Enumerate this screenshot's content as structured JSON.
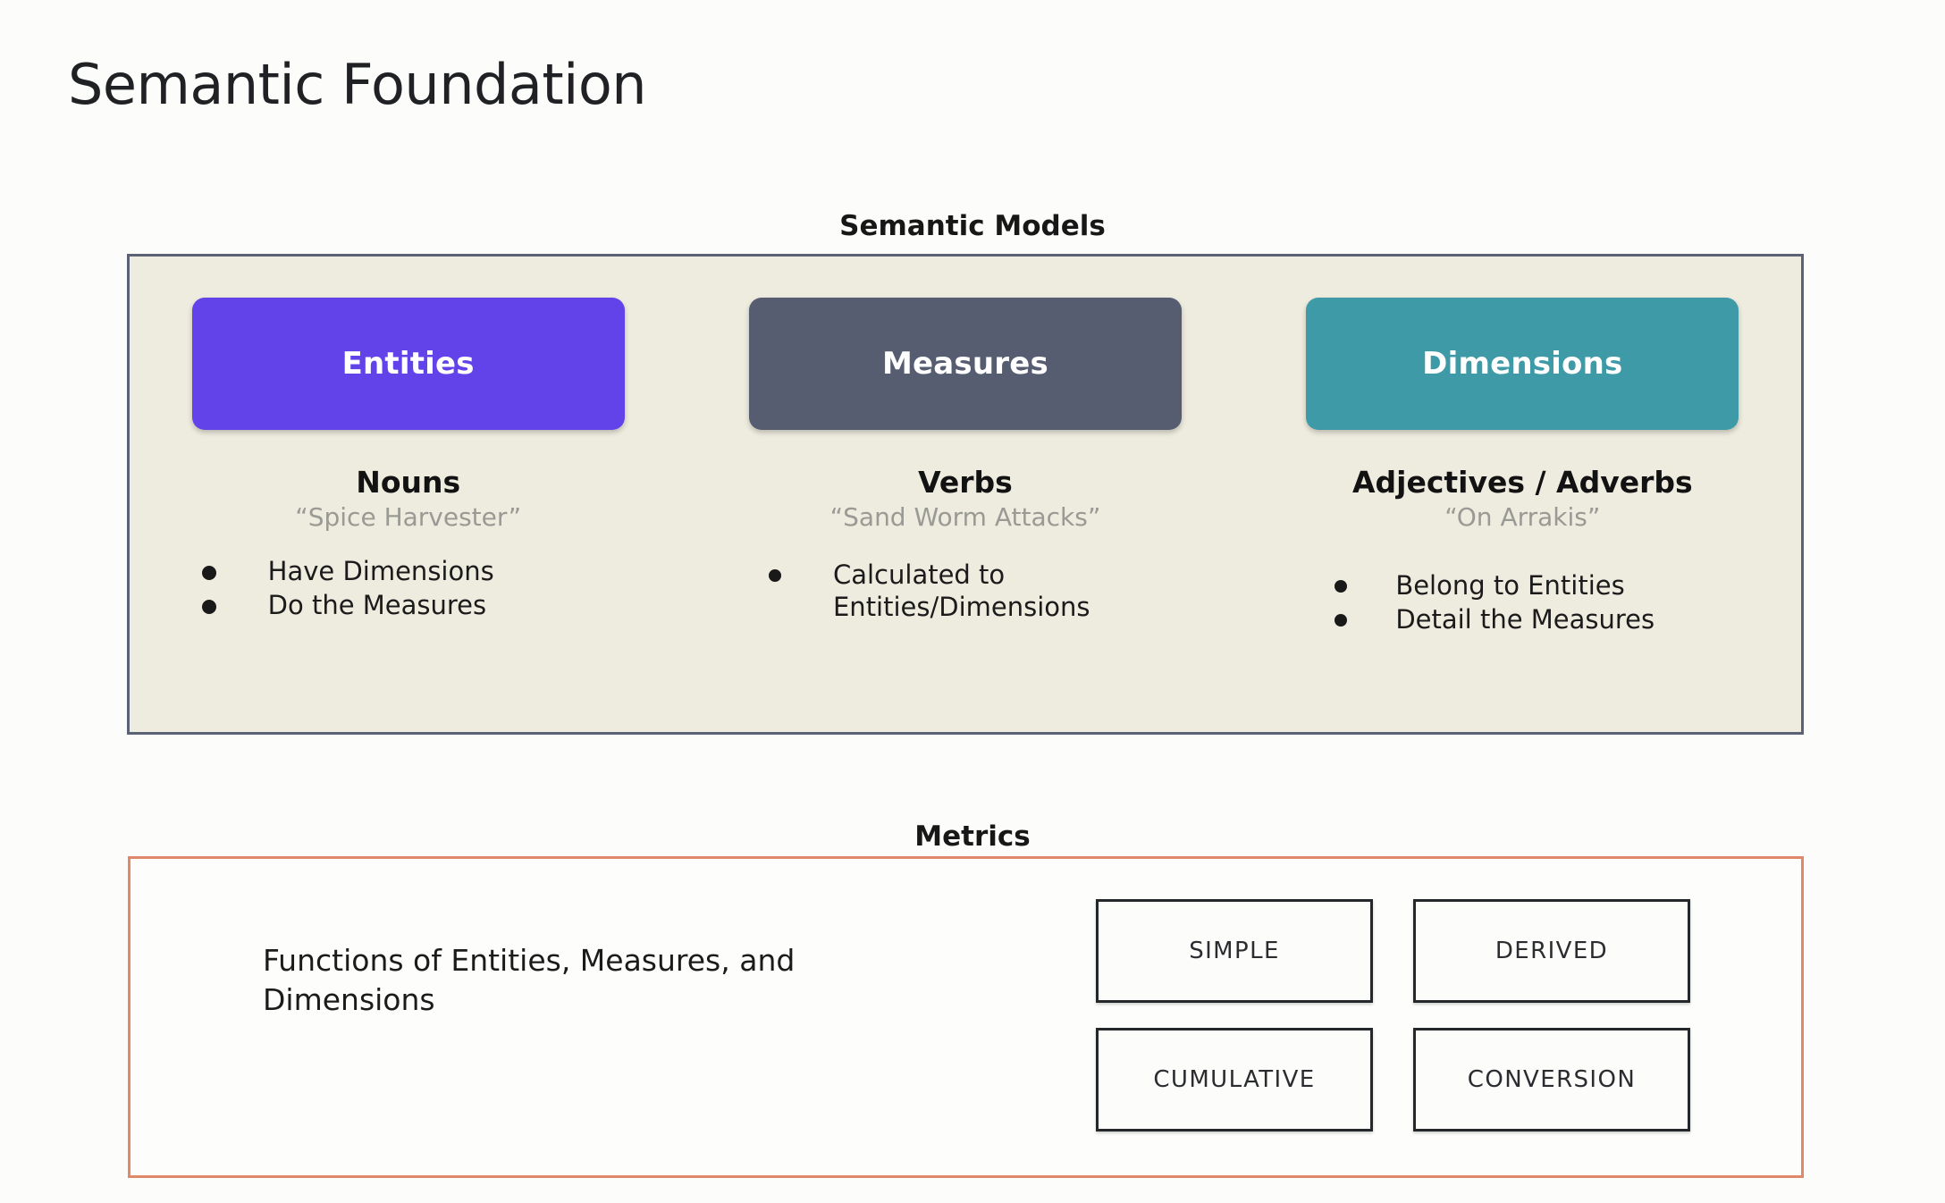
{
  "page": {
    "title": "Semantic Foundation",
    "background_color": "#fcfdfa"
  },
  "semantic_models": {
    "heading": "Semantic Models",
    "panel_background": "#eeebdf",
    "panel_border_color": "#5c6275",
    "columns": [
      {
        "chip_label": "Entities",
        "chip_color": "#6243ea",
        "part_of_speech": "Nouns",
        "example": "“Spice Harvester”",
        "bullets": [
          "Have Dimensions",
          "Do the Measures"
        ]
      },
      {
        "chip_label": "Measures",
        "chip_color": "#565d70",
        "part_of_speech": "Verbs",
        "example": "“Sand Worm Attacks”",
        "bullets": [
          "Calculated to Entities/Dimensions"
        ]
      },
      {
        "chip_label": "Dimensions",
        "chip_color": "#3d9aa6",
        "part_of_speech": "Adjectives / Adverbs",
        "example": "“On Arrakis”",
        "bullets": [
          "Belong to Entities",
          "Detail the Measures"
        ]
      }
    ]
  },
  "metrics": {
    "heading": "Metrics",
    "panel_border_color": "#e0886a",
    "description": "Functions of Entities, Measures, and Dimensions",
    "types": [
      "SIMPLE",
      "DERIVED",
      "CUMULATIVE",
      "CONVERSION"
    ]
  }
}
